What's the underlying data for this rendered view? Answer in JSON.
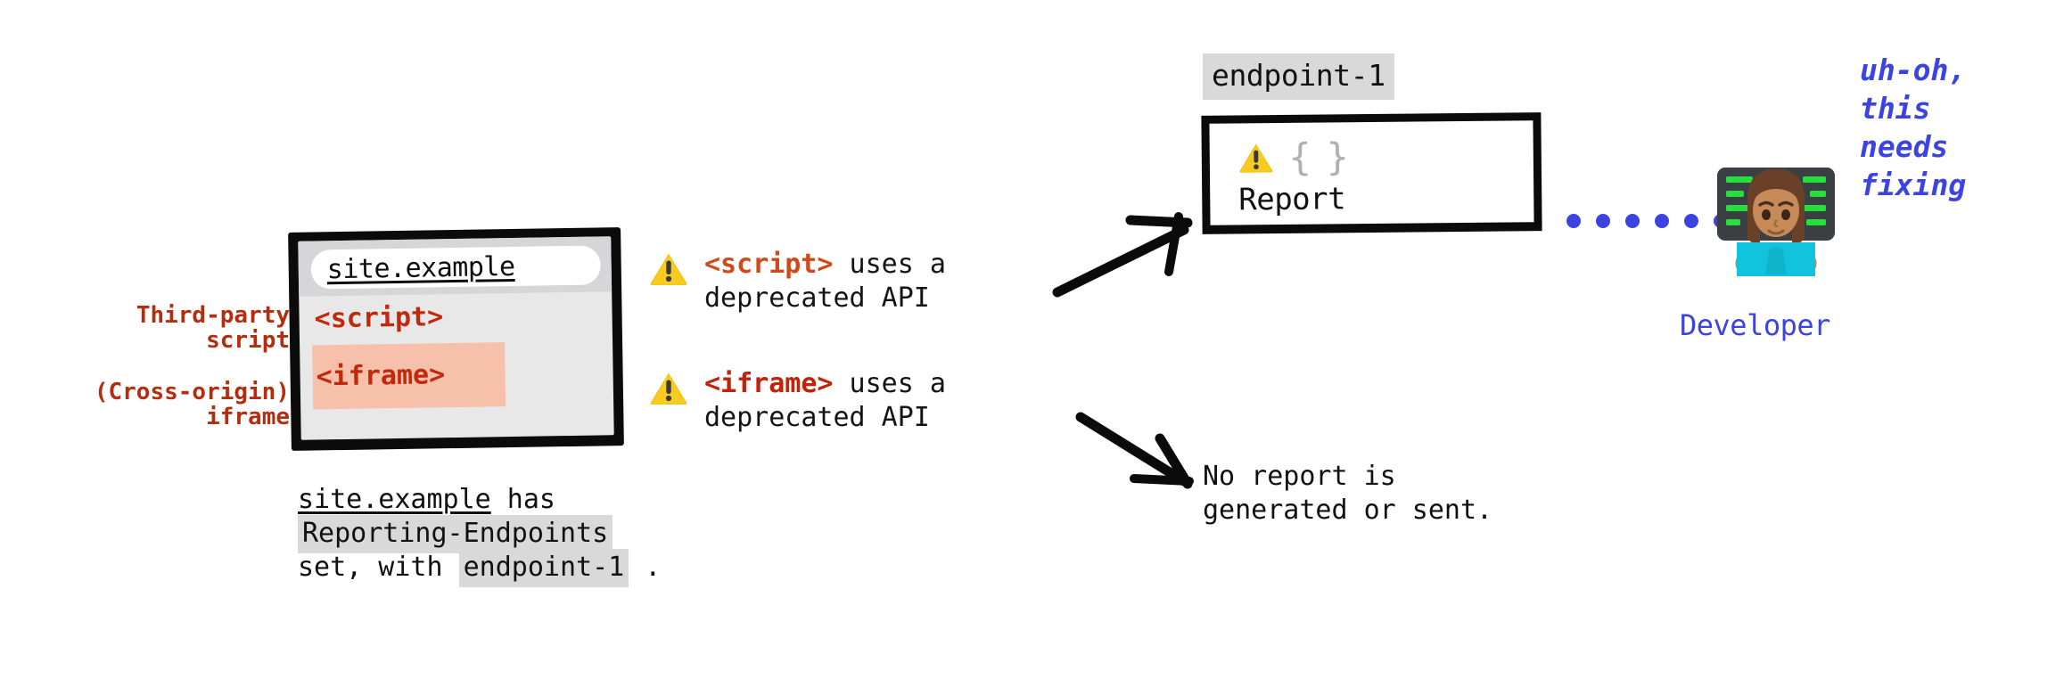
{
  "left_annotations": [
    {
      "name": "third-party-script",
      "lines": [
        "Third-party",
        "script"
      ]
    },
    {
      "name": "cross-origin-iframe",
      "lines": [
        "(Cross-origin)",
        "iframe"
      ]
    }
  ],
  "browser": {
    "url": "site.example",
    "tags": {
      "script": "<script>",
      "iframe": "<iframe>"
    }
  },
  "browser_caption": {
    "line1_site": "site.example",
    "line1_rest": " has",
    "line2_code": "Reporting-Endpoints",
    "line3_prefix": "set, with ",
    "line3_code": "endpoint-1",
    "line3_suffix": " ."
  },
  "warnings": [
    {
      "icon": "warning-triangle-icon",
      "tag": "<script>",
      "rest": " uses a",
      "line2": "deprecated API"
    },
    {
      "icon": "warning-triangle-icon",
      "tag": "<iframe>",
      "rest": " uses a",
      "line2": "deprecated API"
    }
  ],
  "endpoint": {
    "label": "endpoint-1",
    "report_box": {
      "warning_icon": "warning-triangle-icon",
      "braces": "{ }",
      "label": "Report"
    }
  },
  "no_report": {
    "line1": "No report is",
    "line2": "generated or sent."
  },
  "developer": {
    "figure_icon": "woman-technologist-emoji",
    "label": "Developer",
    "quote_lines": [
      "uh-oh,",
      "this",
      "needs",
      "fixing"
    ]
  },
  "connector": {
    "name": "dotted-connector",
    "dot_count": 6
  },
  "colors": {
    "red_annotation": "#B32D0F",
    "tag_red": "#C0290B",
    "tag_orange": "#CE4A1C",
    "iframe_highlight": "#F7C0AB",
    "code_chip_gray": "#D9D9D9",
    "developer_blue": "#3B44E0",
    "warning_yellow": "#F6C414",
    "frame_black": "#0B0B0B",
    "browser_body_gray": "#E8E8E9",
    "browser_chrome_gray": "#D6D6D8"
  }
}
